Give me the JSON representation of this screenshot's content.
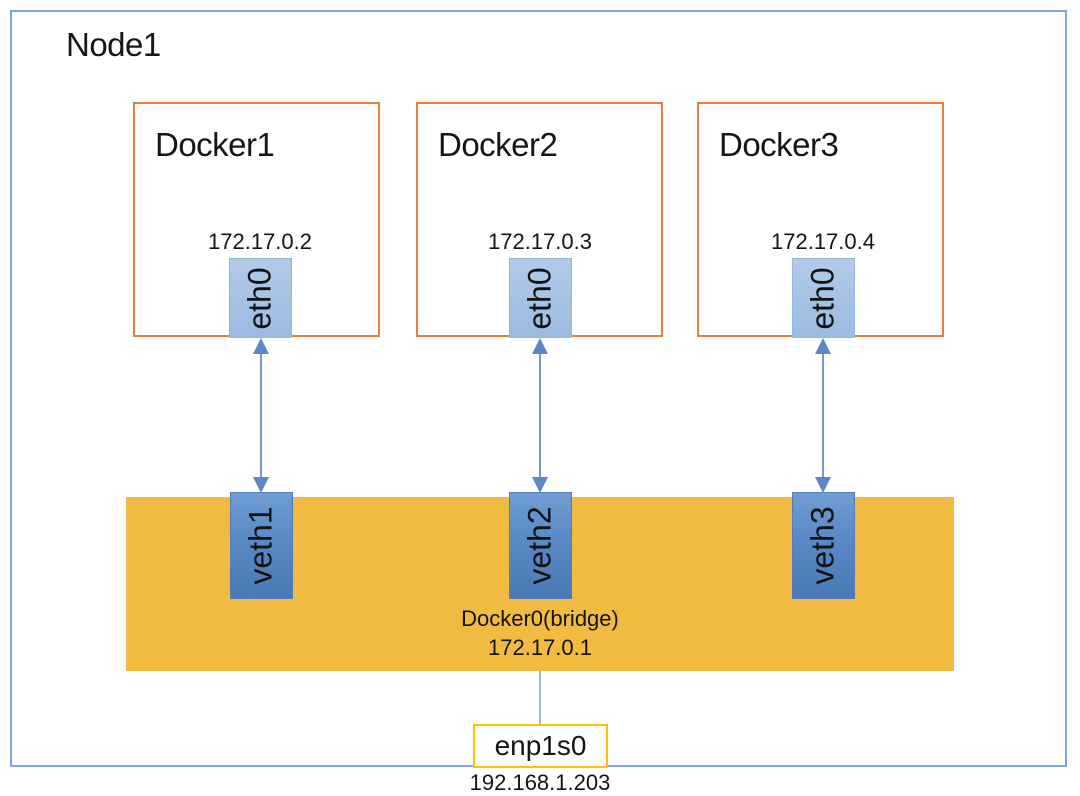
{
  "node": {
    "title": "Node1",
    "host_ip": "192.168.1.203",
    "external_interface": "enp1s0"
  },
  "containers": [
    {
      "name": "Docker1",
      "ip": "172.17.0.2",
      "interface": "eth0",
      "veth": "veth1"
    },
    {
      "name": "Docker2",
      "ip": "172.17.0.3",
      "interface": "eth0",
      "veth": "veth2"
    },
    {
      "name": "Docker3",
      "ip": "172.17.0.4",
      "interface": "eth0",
      "veth": "veth3"
    }
  ],
  "bridge": {
    "name": "Docker0(bridge)",
    "ip": "172.17.0.1"
  },
  "colors": {
    "node_border": "#7da7d9",
    "container_border": "#e87e3b",
    "bridge_fill": "#f1ba41",
    "eth_fill": "#a9c6e8",
    "veth_fill": "#5586c2",
    "enp_border": "#ffc104",
    "arrow": "#5c88c5"
  }
}
